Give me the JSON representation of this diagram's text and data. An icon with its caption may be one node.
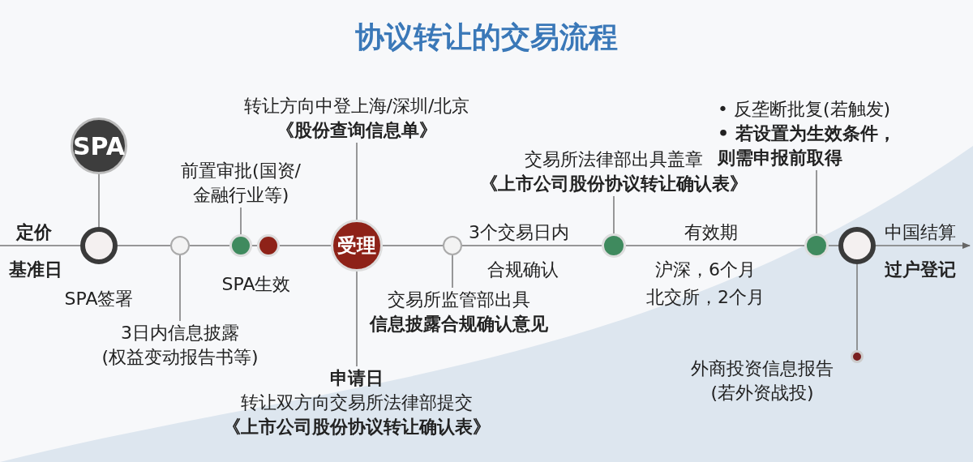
{
  "diagram": {
    "title": "协议转让的交易流程",
    "nodes": [
      {
        "text": [
          "SPA"
        ]
      },
      {
        "text": [],
        "shape": "circle",
        "beside": [
          "定价",
          "基准日",
          "SPA签署"
        ]
      },
      {
        "text": [],
        "shape": "circle"
      },
      {
        "text": [
          "3日内信息披露(权益变动报告书等)"
        ]
      },
      {
        "text": [
          "前置审批(国资/金融行业等)"
        ]
      },
      {
        "text": [],
        "shape": "circle"
      },
      {
        "text": [],
        "shape": "circle"
      },
      {
        "text": [
          "转让方向中登上海/深圳/北京",
          "《股份查询信息单》"
        ]
      },
      {
        "text": [
          "受理"
        ]
      },
      {
        "text": [
          "申请日",
          "转让双方向交易所法律部提交",
          "《上市公司股份协议转让确认表》"
        ]
      },
      {
        "text": [],
        "shape": "circle"
      },
      {
        "text": [
          "交易所监管部出具",
          "信息披露合规确认意见"
        ]
      },
      {
        "text": [],
        "shape": "circle"
      },
      {
        "text": [
          "交易所法律部出具盖章",
          "《上市公司股份协议转让确认表》"
        ]
      },
      {
        "text": [],
        "shape": "circle"
      },
      {
        "text": [
          "• 反垄断批复(若触发)",
          "• 若设置为生效条件，则需申报前取得"
        ]
      },
      {
        "text": [],
        "shape": "circle",
        "beside": [
          "中国结算",
          "过户登记"
        ]
      },
      {
        "text": [],
        "shape": "circle",
        "beside": [
          "外商投资信息报告(若外资战投)"
        ]
      }
    ],
    "edges": [
      {
        "from": 0,
        "to": 1,
        "arrow": "none"
      },
      {
        "from": 3,
        "to": 2,
        "arrow": "none"
      },
      {
        "from": 4,
        "to": 5,
        "arrow": "none"
      },
      {
        "from": 7,
        "to": 8,
        "arrow": "none"
      },
      {
        "from": 9,
        "to": 8,
        "arrow": "none"
      },
      {
        "from": 11,
        "to": 10,
        "arrow": "none"
      },
      {
        "from": 13,
        "to": 12,
        "arrow": "none"
      },
      {
        "from": 15,
        "to": 14,
        "arrow": "none"
      },
      {
        "from": 16,
        "to": 17,
        "arrow": "none"
      },
      {
        "from": null,
        "to": 1,
        "arrow": "none"
      },
      {
        "from": 1,
        "to": 2,
        "arrow": "none"
      },
      {
        "from": 2,
        "to": 5,
        "arrow": "none"
      },
      {
        "from": 5,
        "to": 6,
        "arrow": "none"
      },
      {
        "from": 6,
        "to": 8,
        "arrow": "none"
      },
      {
        "from": 8,
        "to": 10,
        "arrow": "none"
      },
      {
        "from": 10,
        "to": 12,
        "arrow": "none"
      },
      {
        "from": 12,
        "to": 14,
        "arrow": "none"
      },
      {
        "from": 14,
        "to": 16,
        "arrow": "none"
      },
      {
        "from": 16,
        "to": null,
        "arrow": "to"
      }
    ],
    "labels": [
      "SPA生效",
      "3个交易日内",
      "合规确认",
      "有效期",
      "沪深，6个月",
      "北交所，2个月"
    ]
  }
}
